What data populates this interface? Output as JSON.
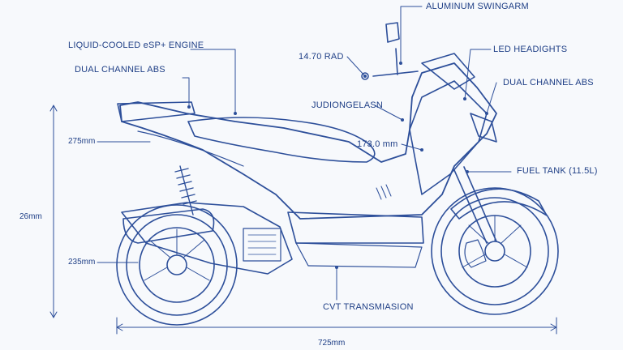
{
  "labels": {
    "aluminum_swingarm": "ALUMINUM SWINGARM",
    "liquid_cooled_engine": "LIQUID-COOLED eSP+ ENGINE",
    "dual_channel_abs_left": "DUAL CHANNEL ABS",
    "led_headlights": "LED HEADIGHTS",
    "dual_channel_abs_right": "DUAL CHANNEL ABS",
    "rad_value": "14.70 RAD",
    "garbled_label": "JUDIONGELASN",
    "dim_173": "173.0 mm",
    "fuel_tank": "FUEL TANK (11.5L)",
    "dim_275": "275mm",
    "dim_26": "26mm",
    "dim_235": "235mm",
    "cvt_transmission": "CVT TRANSMIASION",
    "dim_725": "725mm"
  },
  "colors": {
    "ink": "#1f3f86",
    "line": "#2d4f9a",
    "paper": "#f7f9fc"
  }
}
